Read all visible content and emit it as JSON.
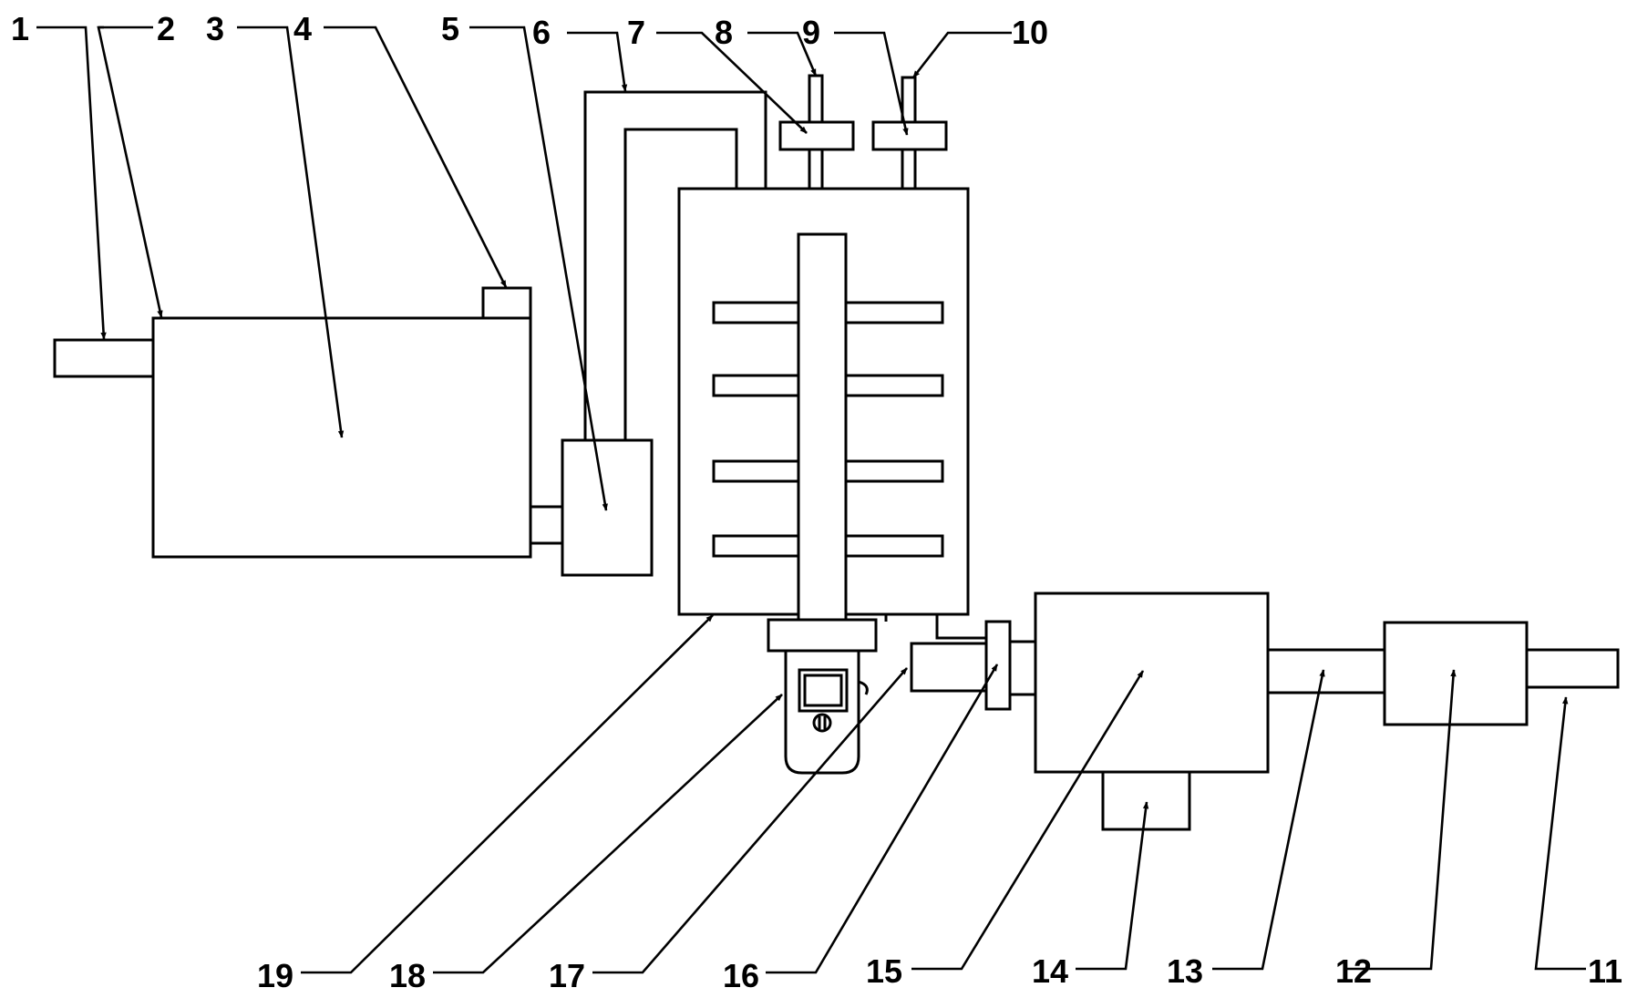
{
  "diagram": {
    "labels": [
      "1",
      "2",
      "3",
      "4",
      "5",
      "6",
      "7",
      "8",
      "9",
      "10",
      "11",
      "12",
      "13",
      "14",
      "15",
      "16",
      "17",
      "18",
      "19"
    ]
  },
  "colors": {
    "line": "#000000",
    "background": "#ffffff"
  }
}
